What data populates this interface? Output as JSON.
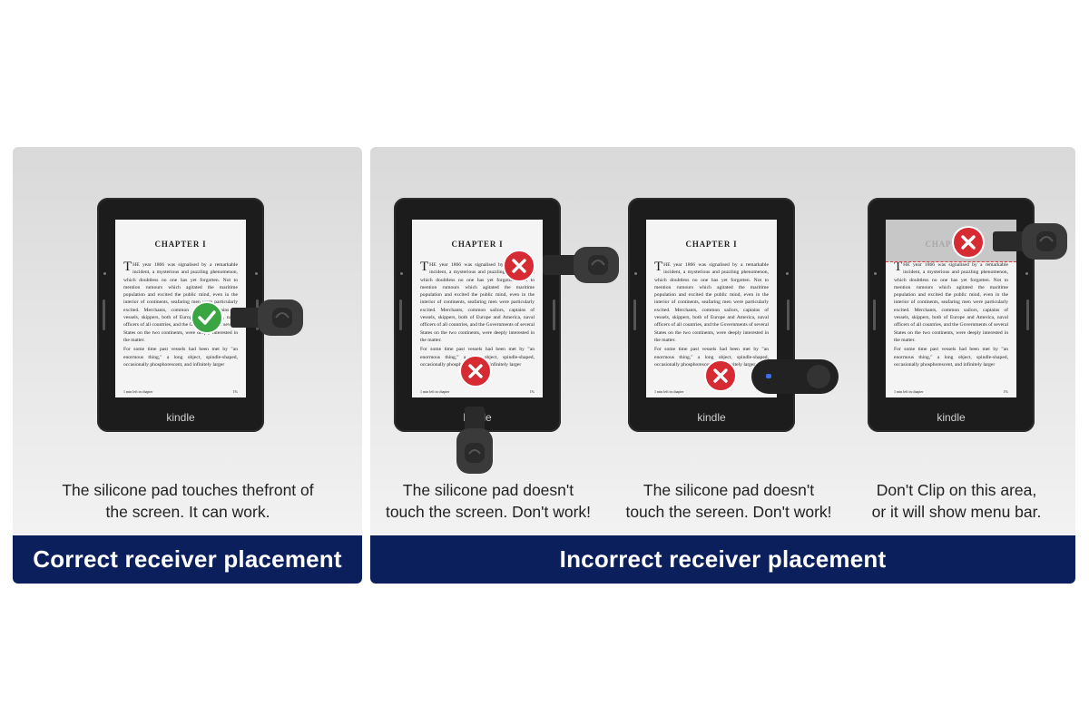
{
  "colors": {
    "banner": "#0b1f5c",
    "check": "#3aa543",
    "cross": "#d72b33",
    "panel": "#e3e3e3"
  },
  "kindle": {
    "chapter": "CHAPTER I",
    "brand": "kindle",
    "drop_cap": "T",
    "paragraph_1": "HE year 1866 was signalised by a remarkable incident, a mysterious and puzzling phenomenon, which doubtless no one has yet forgotten. Not to mention rumours which agitated the maritime population and excited the public mind, even in the interior of continents, seafaring men were particularly excited. Merchants, common sailors, captains of vessels, skippers, both of Europe and America, naval officers of all countries, and the Governments of several States on the two continents, were deeply interested in the matter.",
    "paragraph_2": "For some time past vessels had been met by \"an enormous thing,\" a long object, spindle-shaped, occasionally phosphorescent, and infinitely larger",
    "footer_left": "1 min left in chapter",
    "footer_right": "1%"
  },
  "correct": {
    "caption_line1": "The silicone pad touches thefront of",
    "caption_line2": "the screen. It can work.",
    "banner": "Correct receiver placement",
    "icon": "check-icon"
  },
  "incorrect": {
    "banner": "Incorrect receiver placement",
    "icon": "cross-icon",
    "examples": [
      {
        "caption_line1": "The silicone pad doesn't",
        "caption_line2": "touch the screen. Don't work!"
      },
      {
        "caption_line1": "The silicone pad doesn't",
        "caption_line2": "touch the sereen. Don't work!"
      },
      {
        "caption_line1": "Don't Clip on this area,",
        "caption_line2": "or it will show menu bar."
      }
    ]
  }
}
